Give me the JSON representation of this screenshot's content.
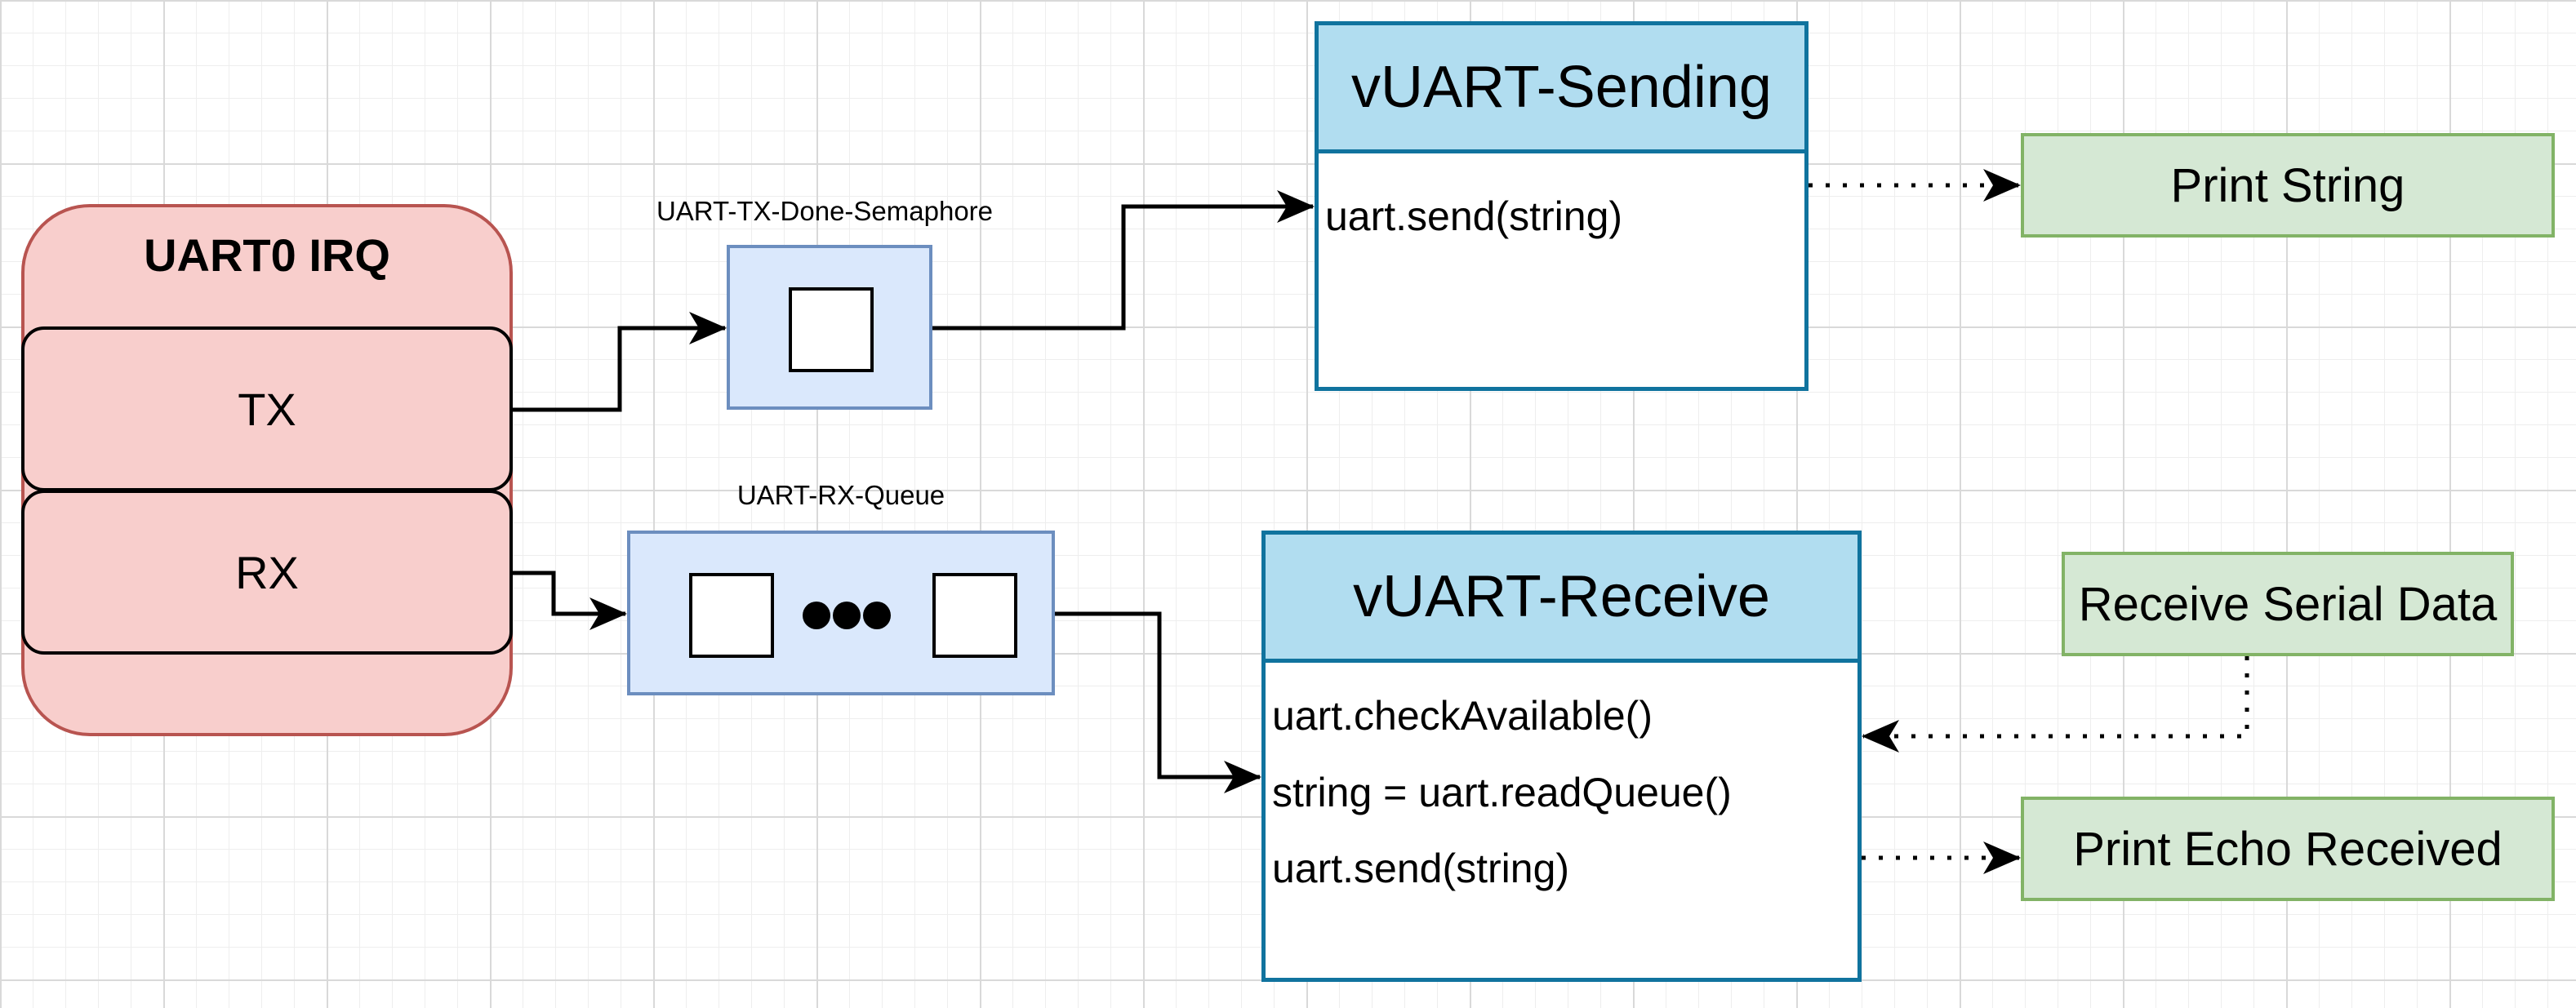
{
  "irq": {
    "title": "UART0 IRQ",
    "tx_label": "TX",
    "rx_label": "RX"
  },
  "semaphore": {
    "label": "UART-TX-Done-Semaphore"
  },
  "queue": {
    "label": "UART-RX-Queue"
  },
  "sending": {
    "title": "vUART-Sending",
    "methods": [
      "uart.send(string)"
    ]
  },
  "receive": {
    "title": "vUART-Receive",
    "methods": [
      "uart.checkAvailable()",
      "string = uart.readQueue()",
      "uart.send(string)"
    ]
  },
  "notes": {
    "print_string": "Print String",
    "receive_serial": "Receive Serial Data",
    "print_echo": "Print Echo Received"
  },
  "colors": {
    "irq_fill": "#f8cecc",
    "irq_stroke": "#b85450",
    "buffer_fill": "#dae8fc",
    "buffer_stroke": "#6c8ebf",
    "task_header": "#b1ddf0",
    "task_stroke": "#10739e",
    "note_fill": "#d5e8d4",
    "note_stroke": "#82b366"
  }
}
